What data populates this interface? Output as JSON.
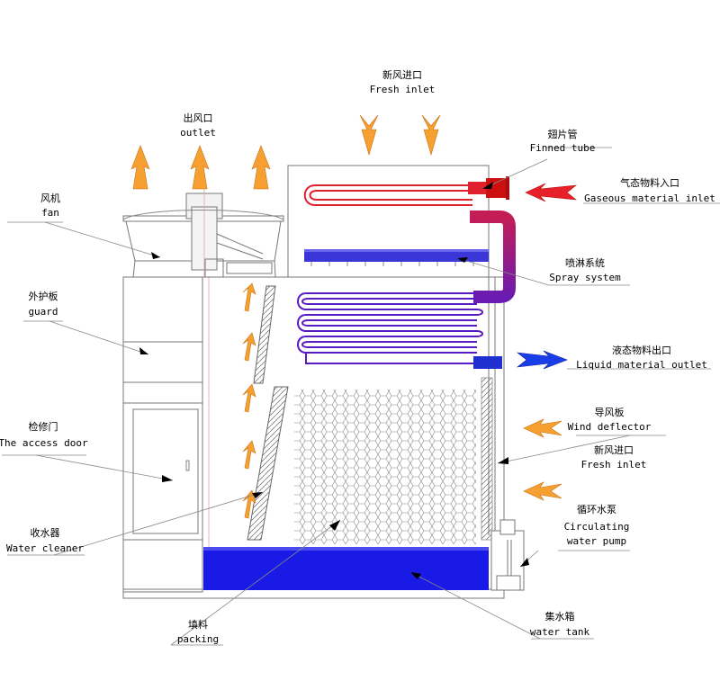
{
  "labels": {
    "fresh_inlet_top_cn": "新风进口",
    "fresh_inlet_top_en": "Fresh inlet",
    "outlet_cn": "出风口",
    "outlet_en": "outlet",
    "finned_tube_cn": "翅片管",
    "finned_tube_en": "Finned tube",
    "gas_inlet_cn": "气态物料入口",
    "gas_inlet_en": "Gaseous material inlet",
    "fan_cn": "风机",
    "fan_en": "fan",
    "spray_cn": "喷淋系统",
    "spray_en": "Spray system",
    "guard_cn": "外护板",
    "guard_en": "guard",
    "liquid_outlet_cn": "液态物料出口",
    "liquid_outlet_en": "Liquid material outlet",
    "deflector_cn": "导风板",
    "deflector_en": "Wind deflector",
    "access_door_cn": "检修门",
    "access_door_en": "The access door",
    "fresh_inlet_side_cn": "新风进口",
    "fresh_inlet_side_en": "Fresh inlet",
    "pump_cn": "循环水泵",
    "pump_en1": "Circulating",
    "pump_en2": "water pump",
    "cleaner_cn": "收水器",
    "cleaner_en": "Water cleaner",
    "tank_cn": "集水箱",
    "tank_en": "water tank",
    "packing_cn": "填料",
    "packing_en": "packing"
  },
  "colors": {
    "air_arrow": "#f5a030",
    "hot_tube": "#e0202a",
    "transition": "#b01a70",
    "cool_tube": "#5a1ac0",
    "water": "#1018e0",
    "spray_bar": "#3a36d8",
    "outline": "#777777"
  }
}
